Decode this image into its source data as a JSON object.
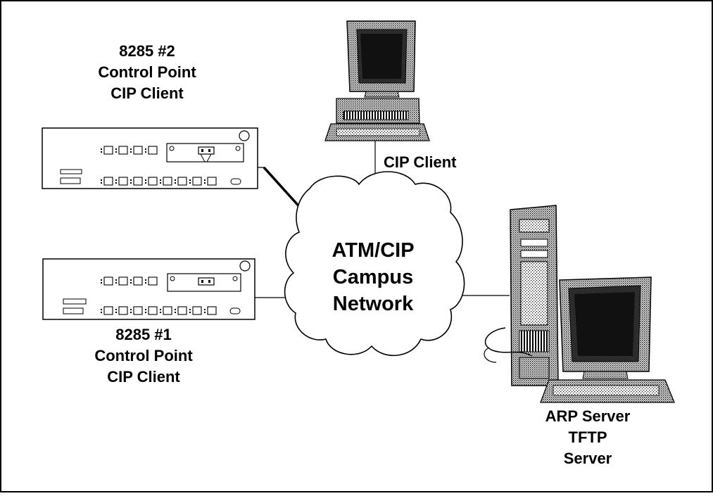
{
  "switch_top": {
    "lines": [
      "8285 #2",
      "Control Point",
      "CIP Client"
    ]
  },
  "switch_bottom": {
    "lines": [
      "8285 #1",
      "Control Point",
      "CIP Client"
    ]
  },
  "workstation": {
    "label": "CIP Client"
  },
  "cloud": {
    "lines": [
      "ATM/CIP",
      "Campus",
      "Network"
    ]
  },
  "server": {
    "lines": [
      "ARP Server",
      "TFTP",
      "Server"
    ]
  },
  "icons": [
    "switch-chassis",
    "workstation-computer",
    "tower-server"
  ]
}
